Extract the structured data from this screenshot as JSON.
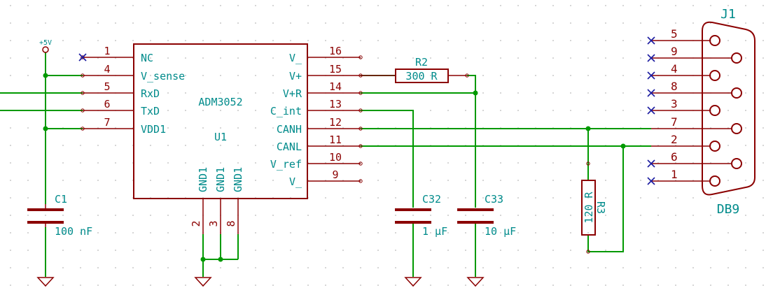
{
  "ic": {
    "part": "ADM3052",
    "ref": "U1",
    "left_pins": [
      {
        "num": "1",
        "name": "NC"
      },
      {
        "num": "4",
        "name": "V_sense"
      },
      {
        "num": "5",
        "name": "RxD"
      },
      {
        "num": "6",
        "name": "TxD"
      },
      {
        "num": "7",
        "name": "VDD1"
      }
    ],
    "right_pins": [
      {
        "num": "16",
        "name": "V_"
      },
      {
        "num": "15",
        "name": "V+"
      },
      {
        "num": "14",
        "name": "V+R"
      },
      {
        "num": "13",
        "name": "C_int"
      },
      {
        "num": "12",
        "name": "CANH"
      },
      {
        "num": "11",
        "name": "CANL"
      },
      {
        "num": "10",
        "name": "V_ref"
      },
      {
        "num": "9",
        "name": "V_"
      }
    ],
    "bottom_pins": [
      {
        "num": "2",
        "name": "GND1"
      },
      {
        "num": "3",
        "name": "GND1"
      },
      {
        "num": "8",
        "name": "GND1"
      }
    ]
  },
  "power": {
    "label": "+5V"
  },
  "resistors": {
    "r2": {
      "ref": "R2",
      "value": "300 R"
    },
    "r3": {
      "ref": "R3",
      "value": "120 R"
    }
  },
  "capacitors": {
    "c1": {
      "ref": "C1",
      "value": "100 nF"
    },
    "c32": {
      "ref": "C32",
      "value": "1 µF"
    },
    "c33": {
      "ref": "C33",
      "value": "10 µF"
    }
  },
  "connector": {
    "ref": "J1",
    "value": "DB9",
    "pins": [
      "5",
      "9",
      "4",
      "8",
      "3",
      "7",
      "2",
      "6",
      "1"
    ]
  },
  "colors": {
    "wire": "#009900",
    "component": "#8b0000",
    "pin_number": "#8b0000",
    "pin_name": "#008b8b",
    "no_connect": "#1a1aa0",
    "grid": "#b8b8b8",
    "background": "#ffffff"
  }
}
